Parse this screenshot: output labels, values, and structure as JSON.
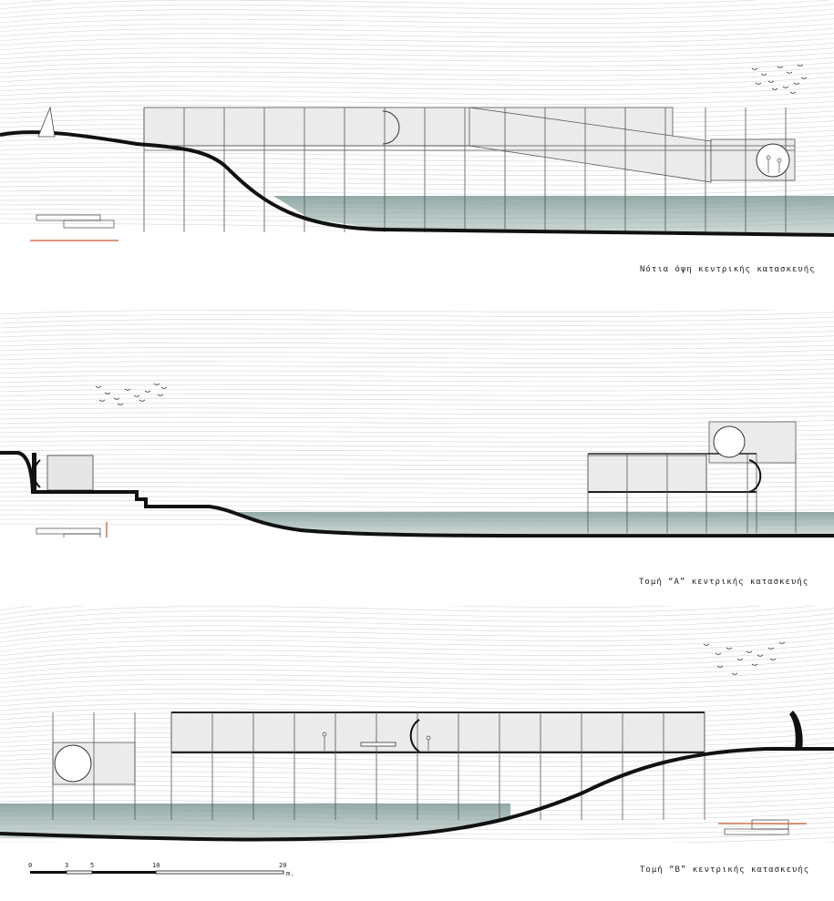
{
  "drawings": [
    {
      "id": "south-elevation",
      "caption": "Νότια όψη κεντρικής κατασκευής"
    },
    {
      "id": "section-a",
      "caption": "Τομή “A” κεντρικής κατασκευής"
    },
    {
      "id": "section-b",
      "caption": "Τομή “B” κεντρικής κατασκευής"
    }
  ],
  "scale_bar": {
    "ticks": [
      "0",
      "3",
      "5",
      "10",
      "20"
    ],
    "unit": "m."
  },
  "colors": {
    "water": "#8fa8a4",
    "ground": "#111111",
    "accent": "#c8542a",
    "hatch": "#d4d4d4"
  }
}
